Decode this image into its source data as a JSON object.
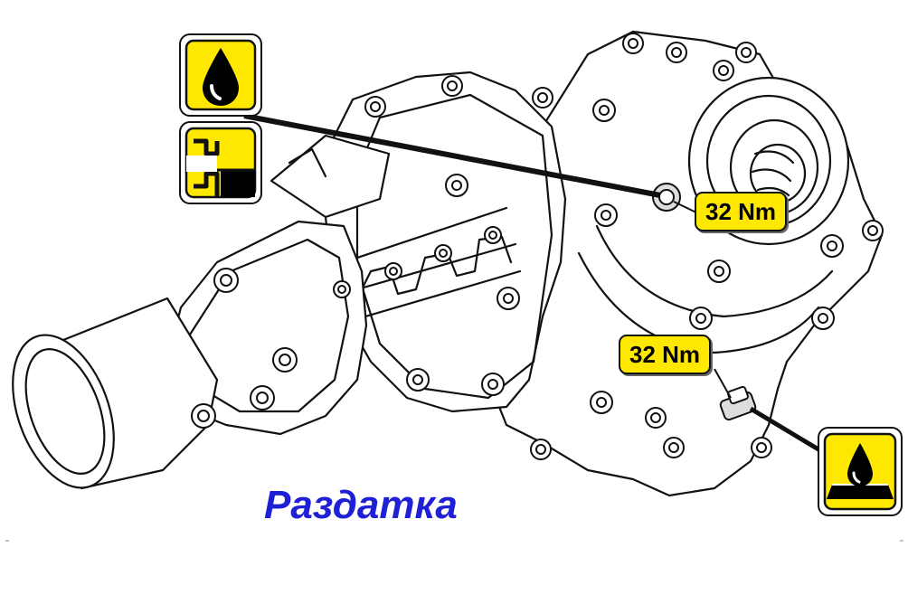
{
  "callouts": {
    "torque_upper": "32 Nm",
    "torque_lower": "32 Nm"
  },
  "caption": "Раздатка",
  "icons": [
    "oil-drop-icon",
    "fill-level-icon",
    "drain-oil-icon"
  ],
  "colors": {
    "label_fill": "#ffe800",
    "caption": "#1f1fd6",
    "outline": "#111111"
  }
}
